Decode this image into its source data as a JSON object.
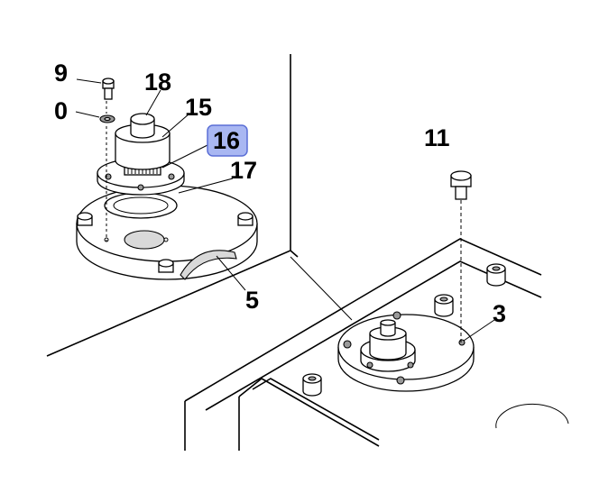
{
  "callouts": [
    {
      "id": "c9",
      "text": "9"
    },
    {
      "id": "c0",
      "text": "0"
    },
    {
      "id": "c18",
      "text": "18"
    },
    {
      "id": "c15",
      "text": "15"
    },
    {
      "id": "c16",
      "text": "16",
      "highlighted": true
    },
    {
      "id": "c17",
      "text": "17"
    },
    {
      "id": "c5",
      "text": "5"
    },
    {
      "id": "c11",
      "text": "11"
    },
    {
      "id": "c3",
      "text": "3"
    }
  ],
  "colors": {
    "highlight_fill": "#a9b7f2",
    "highlight_stroke": "#5b6fd6",
    "line": "#000000"
  }
}
